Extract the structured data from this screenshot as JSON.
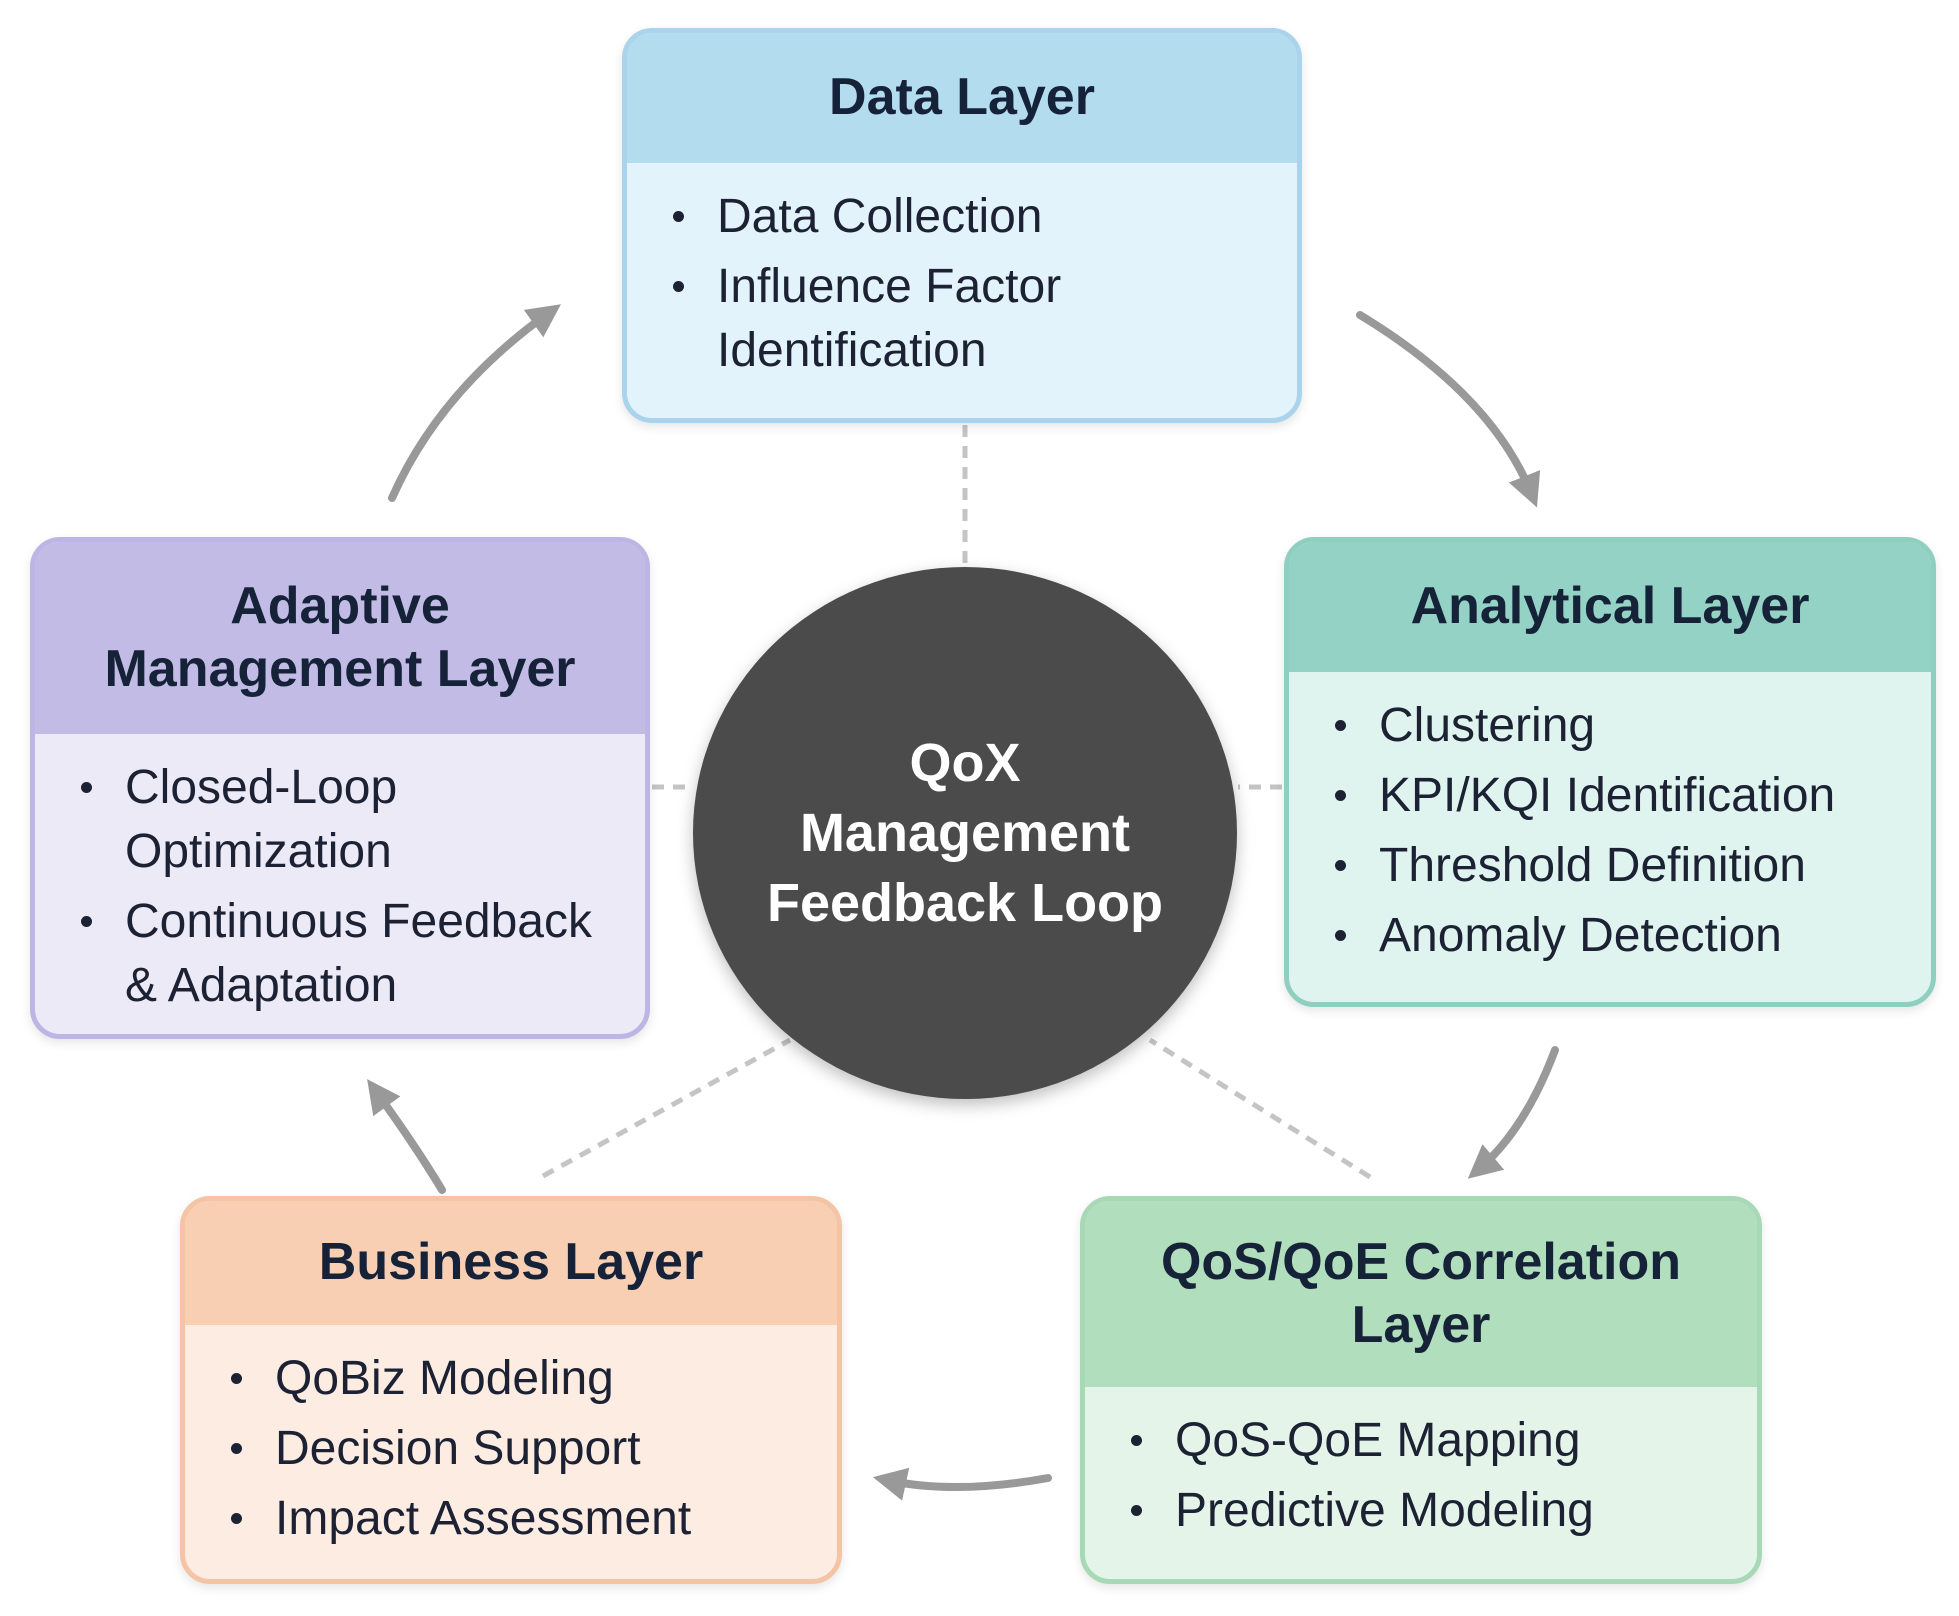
{
  "hub": {
    "label": "QoX\nManagement\nFeedback Loop"
  },
  "layers": {
    "data": {
      "title": "Data Layer",
      "items": [
        "Data Collection",
        "Influence Factor\nIdentification"
      ]
    },
    "analytical": {
      "title": "Analytical Layer",
      "items": [
        "Clustering",
        "KPI/KQI Identification",
        "Threshold Definition",
        "Anomaly Detection"
      ]
    },
    "qos_qoe": {
      "title": "QoS/QoE Correlation\nLayer",
      "items": [
        "QoS-QoE Mapping",
        "Predictive Modeling"
      ]
    },
    "business": {
      "title": "Business Layer",
      "items": [
        "QoBiz Modeling",
        "Decision Support",
        "Impact Assessment"
      ]
    },
    "adaptive": {
      "title": "Adaptive\nManagement Layer",
      "items": [
        "Closed-Loop\nOptimization",
        "Continuous Feedback\n& Adaptation"
      ]
    }
  },
  "colors": {
    "arrow": "#999999",
    "dashed_connector": "#c4c4c4",
    "hub_fill": "#4b4b4b"
  }
}
